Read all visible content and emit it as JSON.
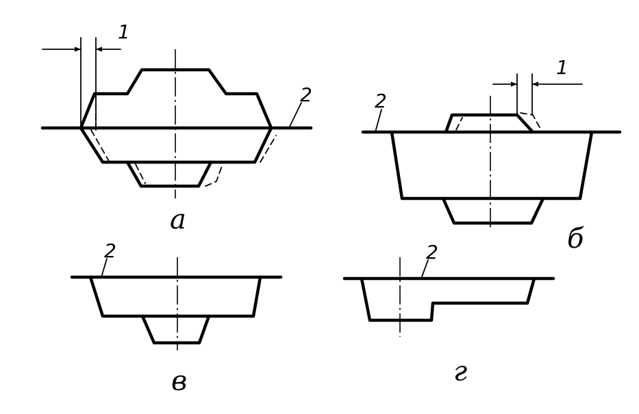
{
  "figures": {
    "a": {
      "caption": "а",
      "dimension_label": "1",
      "parting_label": "2"
    },
    "b": {
      "caption": "б",
      "dimension_label": "1",
      "parting_label": "2"
    },
    "v": {
      "caption": "в",
      "parting_label": "2"
    },
    "g": {
      "caption": "г",
      "parting_label": "2"
    }
  }
}
